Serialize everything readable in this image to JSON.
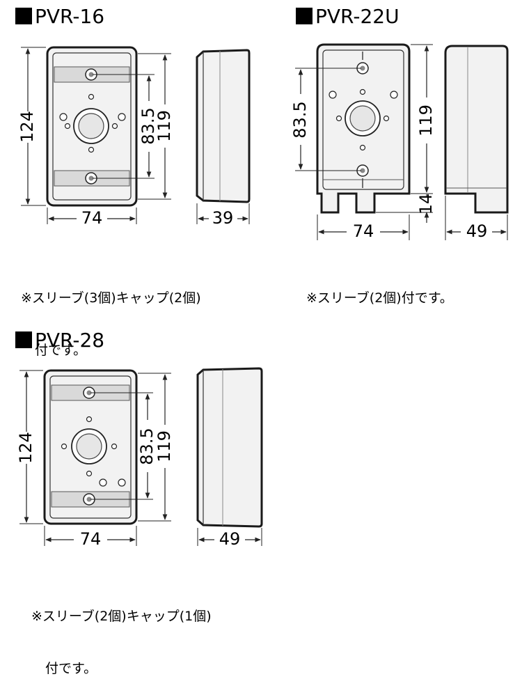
{
  "colors": {
    "outline": "#1a1a1a",
    "fill": "#f2f2f2",
    "shade": "#d9d9d9",
    "line": "#222222"
  },
  "boxes": [
    {
      "model": "PVR-16",
      "dims": {
        "height": "124",
        "pitch": "83.5",
        "inner": "119",
        "width": "74",
        "depth": "39"
      },
      "note_line1": "※スリーブ(3個)キャップ(2個)",
      "note_line2": "付です。"
    },
    {
      "model": "PVR-22U",
      "dims": {
        "pitch": "83.5",
        "inner": "119",
        "leg": "14",
        "width": "74",
        "depth": "49"
      },
      "note_line1": "※スリーブ(2個)付です。"
    },
    {
      "model": "PVR-28",
      "dims": {
        "height": "124",
        "pitch": "83.5",
        "inner": "119",
        "width": "74",
        "depth": "49"
      },
      "note_line1": "※スリーブ(2個)キャップ(1個)",
      "note_line2": "付です。"
    }
  ]
}
